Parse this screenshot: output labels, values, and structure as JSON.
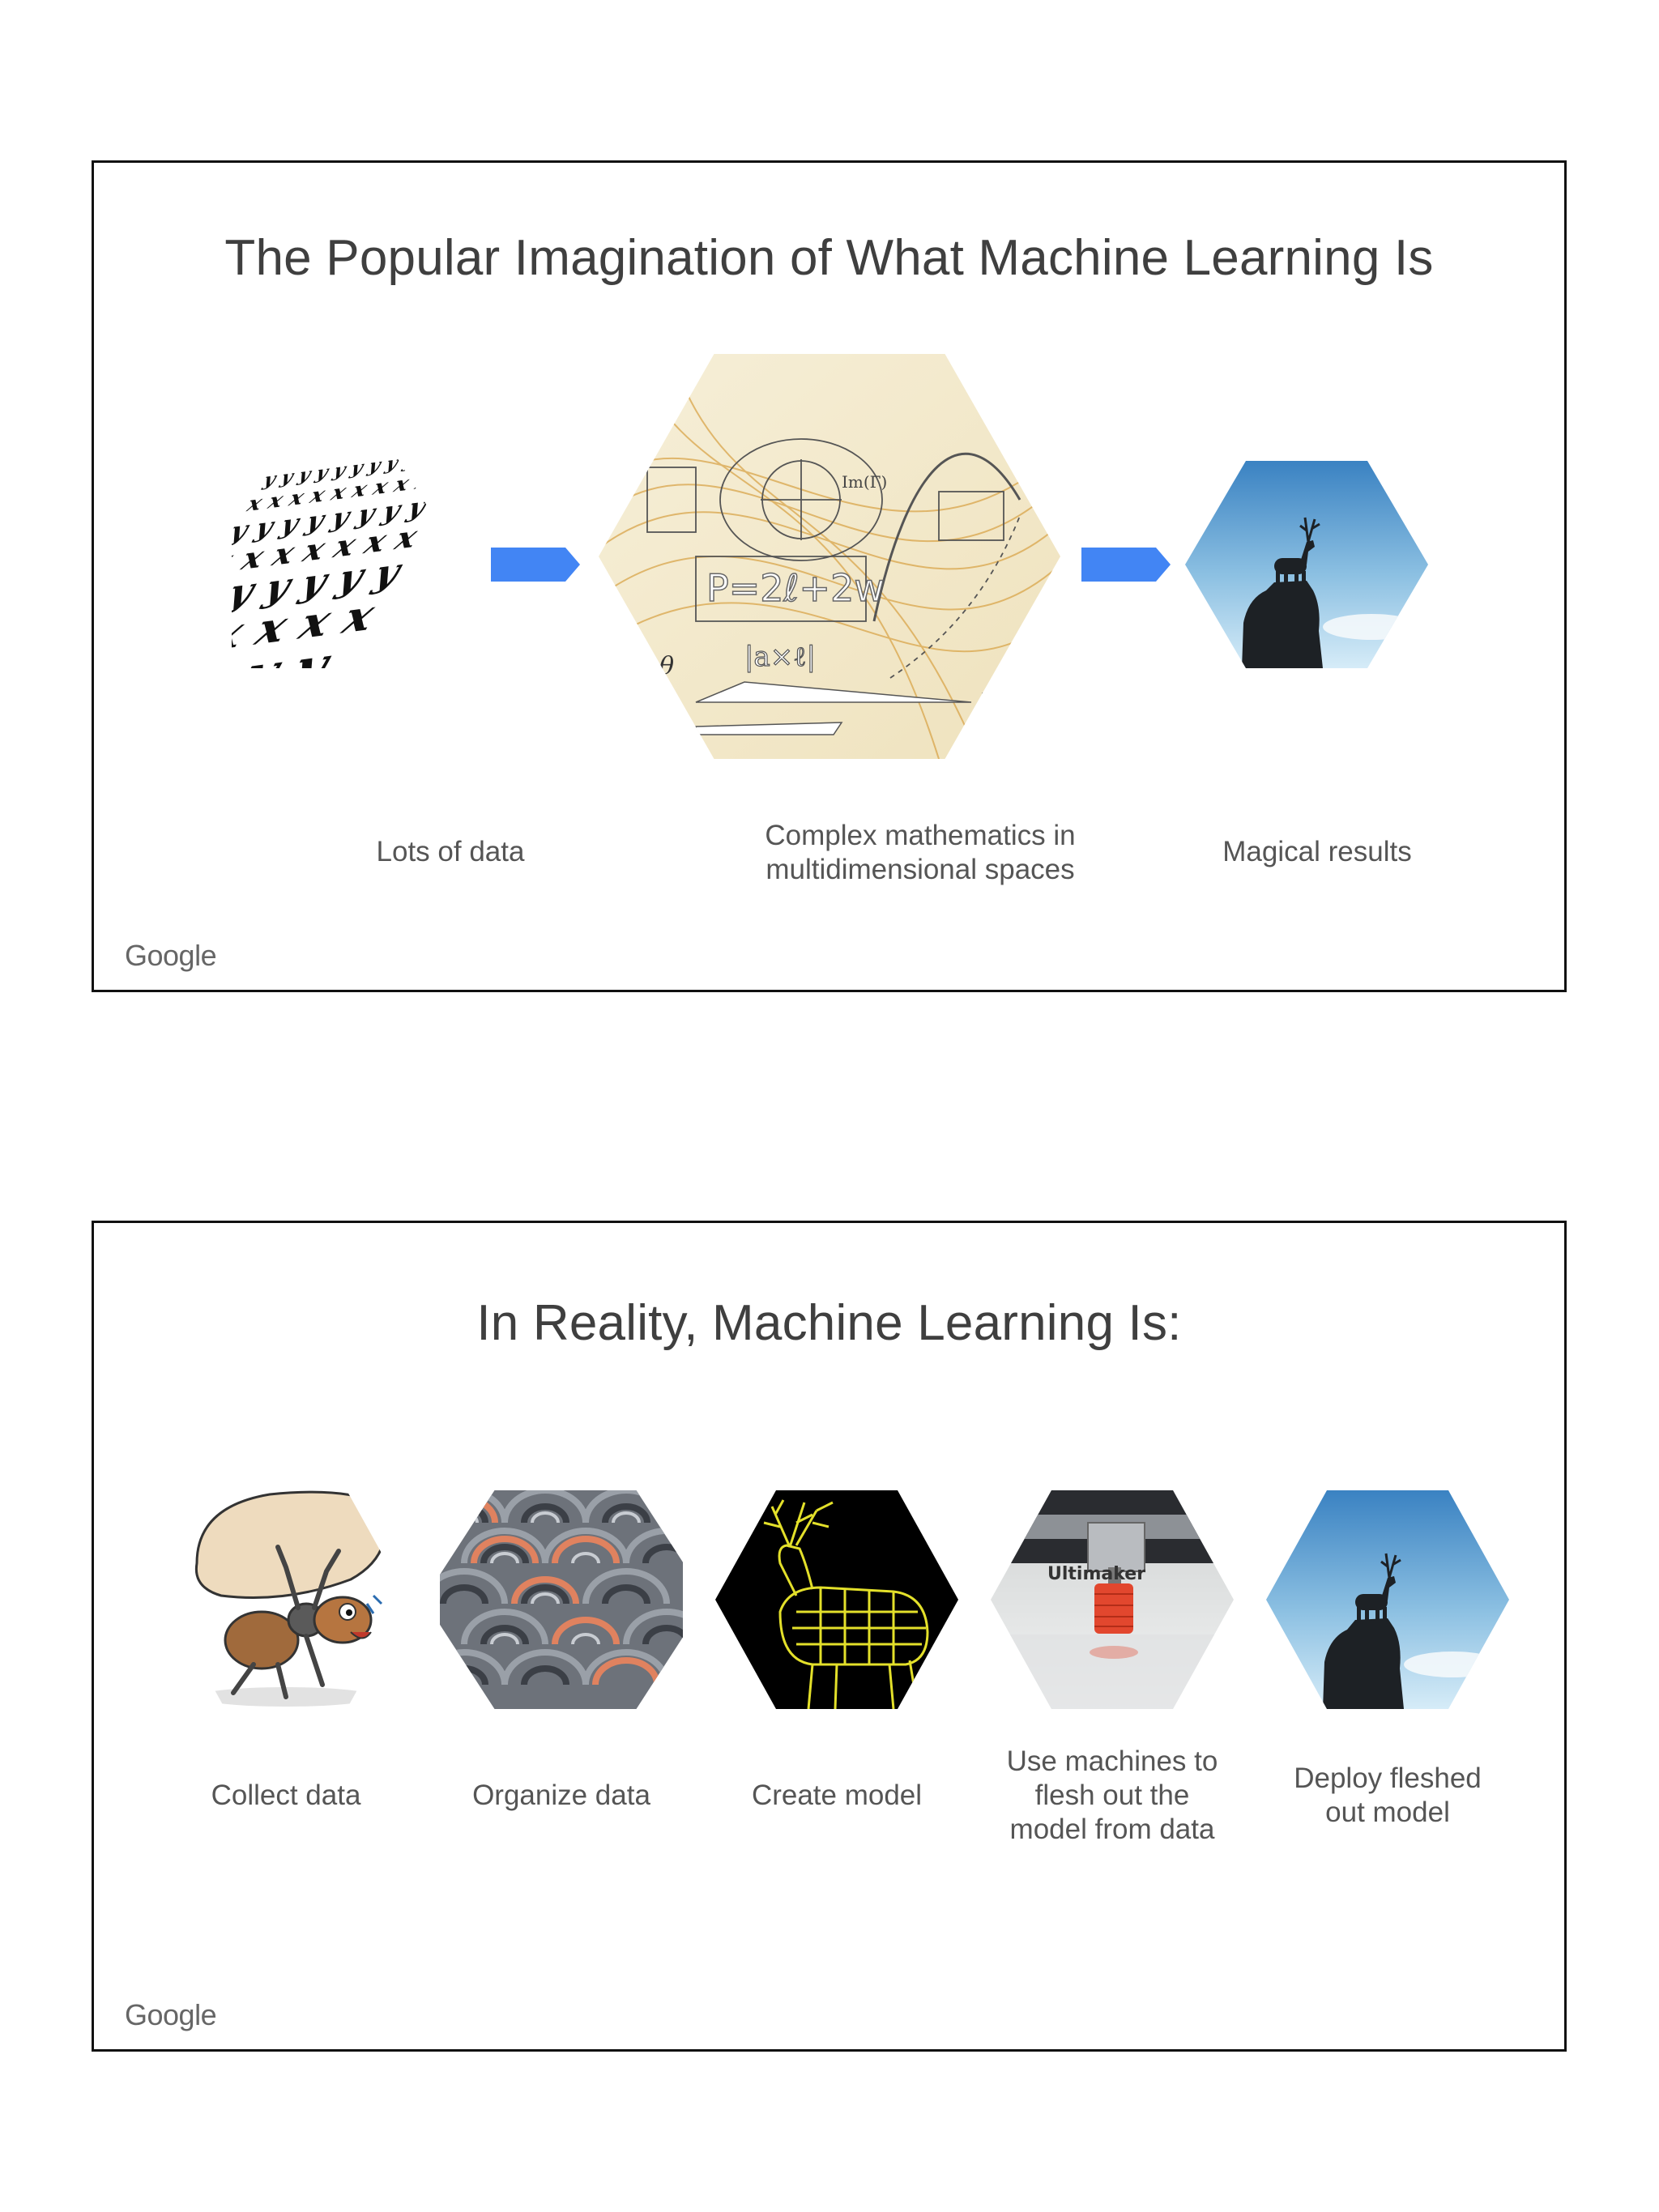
{
  "slides": [
    {
      "title": "The Popular Imagination of What Machine Learning Is",
      "items": [
        {
          "caption": "Lots of data",
          "image": "letters-grid-image"
        },
        {
          "caption": "Complex mathematics in\nmultidimensional spaces",
          "image": "math-formulas-image",
          "formula": "P=2ℓ+2w",
          "formula2": "|a×ℓ|"
        },
        {
          "caption": "Magical results",
          "image": "deer-silhouette-image"
        }
      ],
      "logo": "Google"
    },
    {
      "title": "In Reality, Machine Learning Is:",
      "items": [
        {
          "caption": "Collect data",
          "image": "ant-carrying-sack-image"
        },
        {
          "caption": "Organize data",
          "image": "stacked-tiles-image"
        },
        {
          "caption": "Create model",
          "image": "wireframe-deer-image"
        },
        {
          "caption": "Use machines to\nflesh out the\nmodel from data",
          "image": "3d-printer-image",
          "printer_text": "Ultimaker"
        },
        {
          "caption": "Deploy fleshed\nout model",
          "image": "deer-silhouette-image"
        }
      ],
      "logo": "Google"
    }
  ],
  "colors": {
    "arrow": "#4285f4",
    "sky_top": "#3d86c4",
    "sky_bottom": "#c9e4f4",
    "frame": "#111111",
    "wireframe": "#e3e02a"
  },
  "icons": {
    "arrow": "arrow-right-icon"
  }
}
